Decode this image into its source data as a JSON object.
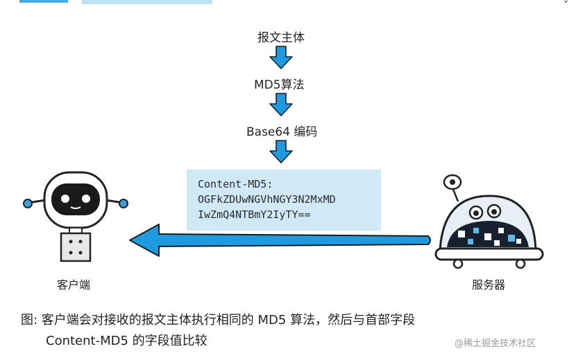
{
  "steps": {
    "body": "报文主体",
    "algorithm": "MD5算法",
    "encoding": "Base64 编码"
  },
  "md5_box": {
    "line1": "Content-MD5:",
    "line2": "OGFkZDUwNGVhNGY3N2MxMD",
    "line3": "IwZmQ4NTBmY2IyTY=="
  },
  "labels": {
    "client": "客户端",
    "server": "服务器"
  },
  "caption": {
    "line1": "图: 客户端会对接收的报文主体执行相同的 MD5 算法，然后与首部字段",
    "line2": "Content-MD5 的字段值比较"
  },
  "watermark": "@稀土掘金技术社区",
  "colors": {
    "arrow": "#1e9be0",
    "box": "#cfe9f6"
  }
}
